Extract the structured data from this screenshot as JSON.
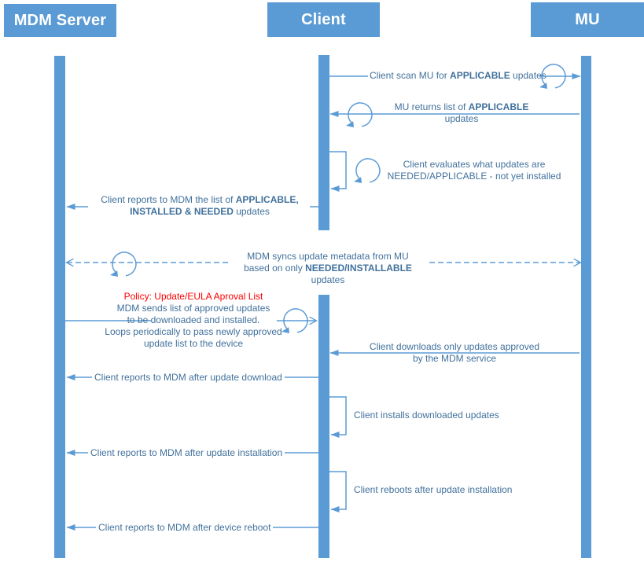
{
  "diagram_title": "MDM / Client / MU update sequence",
  "palette": {
    "accent": "#5B9BD5",
    "text_blue": "#41719C",
    "policy_red": "#FF0000"
  },
  "participants": [
    {
      "id": "mdm-server",
      "label": "MDM Server"
    },
    {
      "id": "client",
      "label": "Client"
    },
    {
      "id": "mu",
      "label": "MU"
    }
  ],
  "icons": {
    "loop": "loop-circular-arrow"
  },
  "messages": {
    "m1": {
      "from": "Client",
      "to": "MU",
      "style": "solid",
      "parts": [
        {
          "t": "Client scan MU for "
        },
        {
          "t": "APPLICABLE",
          "b": true
        },
        {
          "t": " updates"
        }
      ]
    },
    "m2": {
      "from": "MU",
      "to": "Client",
      "style": "solid",
      "parts": [
        {
          "t": "MU returns list of "
        },
        {
          "t": "APPLICABLE",
          "b": true
        },
        {
          "br": true
        },
        {
          "t": "updates"
        }
      ]
    },
    "m3": {
      "from": "Client",
      "to": "Client",
      "style": "self",
      "parts": [
        {
          "t": "Client evaluates what updates are"
        },
        {
          "br": true
        },
        {
          "t": "NEEDED/APPLICABLE - not yet installed"
        }
      ]
    },
    "m4": {
      "from": "Client",
      "to": "MDM Server",
      "style": "solid",
      "parts": [
        {
          "t": "Client reports to MDM the list of "
        },
        {
          "t": "APPLICABLE,",
          "b": true
        },
        {
          "br": true
        },
        {
          "t": "INSTALLED & NEEDED",
          "b": true
        },
        {
          "t": " updates"
        }
      ]
    },
    "m5": {
      "from": "MDM Server",
      "to": "MU",
      "style": "dashed-bidirectional",
      "parts": [
        {
          "t": "MDM syncs update metadata from MU"
        },
        {
          "br": true
        },
        {
          "t": "based on only "
        },
        {
          "t": "NEEDED/INSTALLABLE",
          "b": true
        },
        {
          "t": " updates"
        }
      ]
    },
    "m6": {
      "from": "MDM Server",
      "to": "Client",
      "style": "solid-open-arrow",
      "policy_title": "Policy: Update/EULA Aproval List",
      "parts": [
        {
          "t": "MDM sends list of approved updates"
        },
        {
          "br": true
        },
        {
          "t": "to be downloaded and installed."
        },
        {
          "br": true
        },
        {
          "t": "Loops periodically to pass newly approved"
        },
        {
          "br": true
        },
        {
          "t": "update list to the device"
        }
      ]
    },
    "m7": {
      "from": "MU",
      "to": "Client",
      "style": "solid",
      "parts": [
        {
          "t": "Client downloads only updates approved"
        },
        {
          "br": true
        },
        {
          "t": "by the MDM service"
        }
      ]
    },
    "m8": {
      "from": "Client",
      "to": "MDM Server",
      "style": "solid",
      "text": "Client reports to MDM after update download"
    },
    "m9": {
      "from": "Client",
      "to": "Client",
      "style": "self",
      "text": "Client installs downloaded updates"
    },
    "m10": {
      "from": "Client",
      "to": "MDM Server",
      "style": "solid",
      "text": "Client reports to MDM after update installation"
    },
    "m11": {
      "from": "Client",
      "to": "Client",
      "style": "self",
      "text": "Client reboots after update installation"
    },
    "m12": {
      "from": "Client",
      "to": "MDM Server",
      "style": "solid",
      "text": "Client reports to MDM after device reboot"
    }
  }
}
